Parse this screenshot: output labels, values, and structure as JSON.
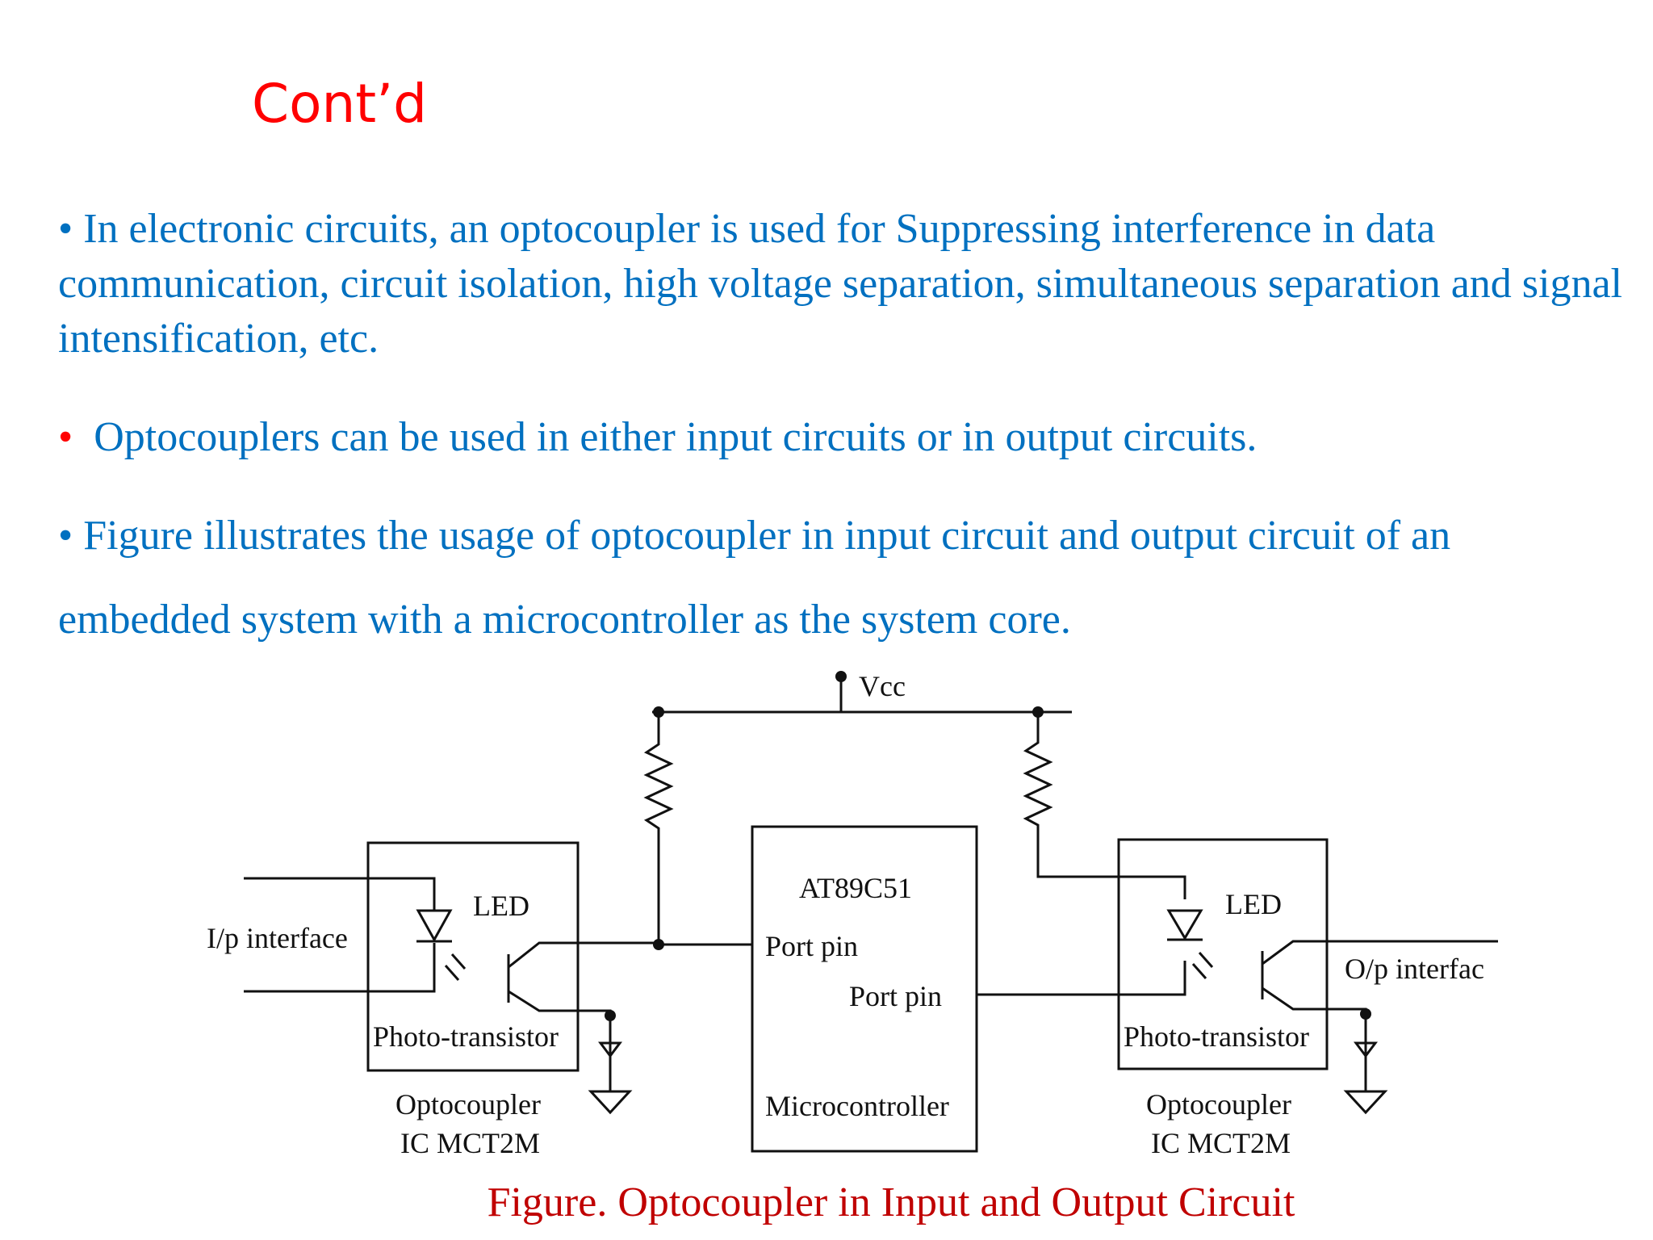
{
  "slide": {
    "title": "Cont’d",
    "bullets": [
      {
        "marker": "•",
        "text": "In electronic circuits, an optocoupler is used for Suppressing interference in data communication, circuit isolation, high voltage separation, simultaneous separation and signal intensification, etc."
      },
      {
        "marker": "•",
        "text": "Optocouplers can be used in either input circuits or in output circuits."
      },
      {
        "marker": "•",
        "text": "Figure illustrates the usage of optocoupler in input circuit and output circuit of an embedded system with a microcontroller as the system core."
      }
    ]
  },
  "figure": {
    "vcc": "Vcc",
    "input_interface": "I/p interface",
    "output_interface": "O/p interfac",
    "led_left": "LED",
    "led_right": "LED",
    "phototransistor_left": "Photo-transistor",
    "phototransistor_right": "Photo-transistor",
    "optocoupler_left_line1": "Optocoupler",
    "optocoupler_left_line2": "IC MCT2M",
    "optocoupler_right_line1": "Optocoupler",
    "optocoupler_right_line2": "IC MCT2M",
    "mcu_name": "AT89C51",
    "port_pin_1": "Port pin",
    "port_pin_2": "Port pin",
    "mcu_label": "Microcontroller",
    "caption": "Figure. Optocoupler in Input and Output Circuit"
  }
}
